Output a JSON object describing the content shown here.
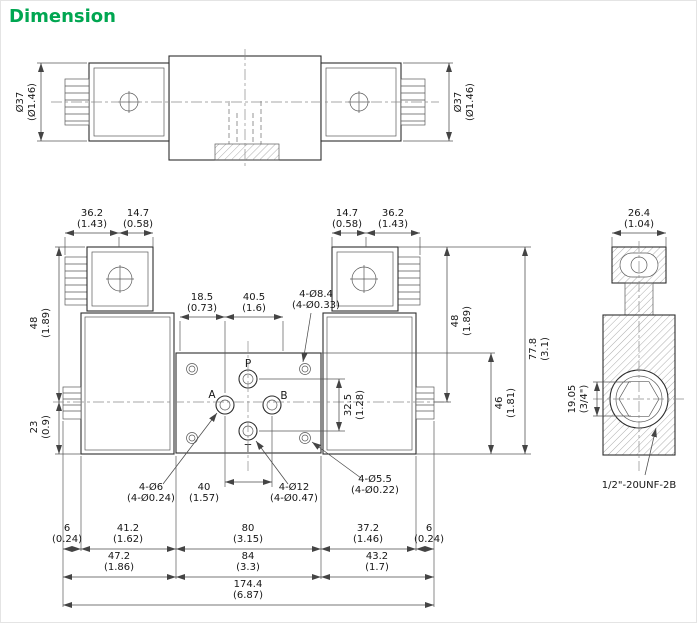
{
  "title": "Dimension",
  "colors": {
    "title": "#00a651",
    "line": "#2e2e2e",
    "text": "#161616",
    "bg": "#ffffff"
  },
  "ports": {
    "p": "P",
    "a": "A",
    "b": "B",
    "t": "T"
  },
  "thread_label": "1/2\"-20UNF-2B",
  "dims": {
    "dia37_left": {
      "mm": "Ø37",
      "in": "(Ø1.46)"
    },
    "dia37_right": {
      "mm": "Ø37",
      "in": "(Ø1.46)"
    },
    "w36_2_l": {
      "mm": "36.2",
      "in": "(1.43)"
    },
    "w14_7_l": {
      "mm": "14.7",
      "in": "(0.58)"
    },
    "w14_7_r": {
      "mm": "14.7",
      "in": "(0.58)"
    },
    "w36_2_r": {
      "mm": "36.2",
      "in": "(1.43)"
    },
    "w26_4": {
      "mm": "26.4",
      "in": "(1.04)"
    },
    "w18_5": {
      "mm": "18.5",
      "in": "(0.73)"
    },
    "w40_5": {
      "mm": "40.5",
      "in": "(1.6)"
    },
    "h8_4": {
      "mm": "4-Ø8.4",
      "in": "(4-Ø0.33)"
    },
    "h48_l": {
      "mm": "48",
      "in": "(1.89)"
    },
    "h23": {
      "mm": "23",
      "in": "(0.9)"
    },
    "h48_r": {
      "mm": "48",
      "in": "(1.89)"
    },
    "h77_8": {
      "mm": "77.8",
      "in": "(3.1)"
    },
    "h46": {
      "mm": "46",
      "in": "(1.81)"
    },
    "h32_5": {
      "mm": "32.5",
      "in": "(1.28)"
    },
    "h19_05": {
      "mm": "19.05",
      "in": "(3/4\")"
    },
    "h6": {
      "mm": "4-Ø6",
      "in": "(4-Ø0.24)"
    },
    "w40": {
      "mm": "40",
      "in": "(1.57)"
    },
    "h12": {
      "mm": "4-Ø12",
      "in": "(4-Ø0.47)"
    },
    "h5_5": {
      "mm": "4-Ø5.5",
      "in": "(4-Ø0.22)"
    },
    "b6_l": {
      "mm": "6",
      "in": "(0.24)"
    },
    "b41_2": {
      "mm": "41.2",
      "in": "(1.62)"
    },
    "b80": {
      "mm": "80",
      "in": "(3.15)"
    },
    "b37_2": {
      "mm": "37.2",
      "in": "(1.46)"
    },
    "b6_r": {
      "mm": "6",
      "in": "(0.24)"
    },
    "b47_2": {
      "mm": "47.2",
      "in": "(1.86)"
    },
    "b84": {
      "mm": "84",
      "in": "(3.3)"
    },
    "b43_2": {
      "mm": "43.2",
      "in": "(1.7)"
    },
    "b174_4": {
      "mm": "174.4",
      "in": "(6.87)"
    }
  }
}
